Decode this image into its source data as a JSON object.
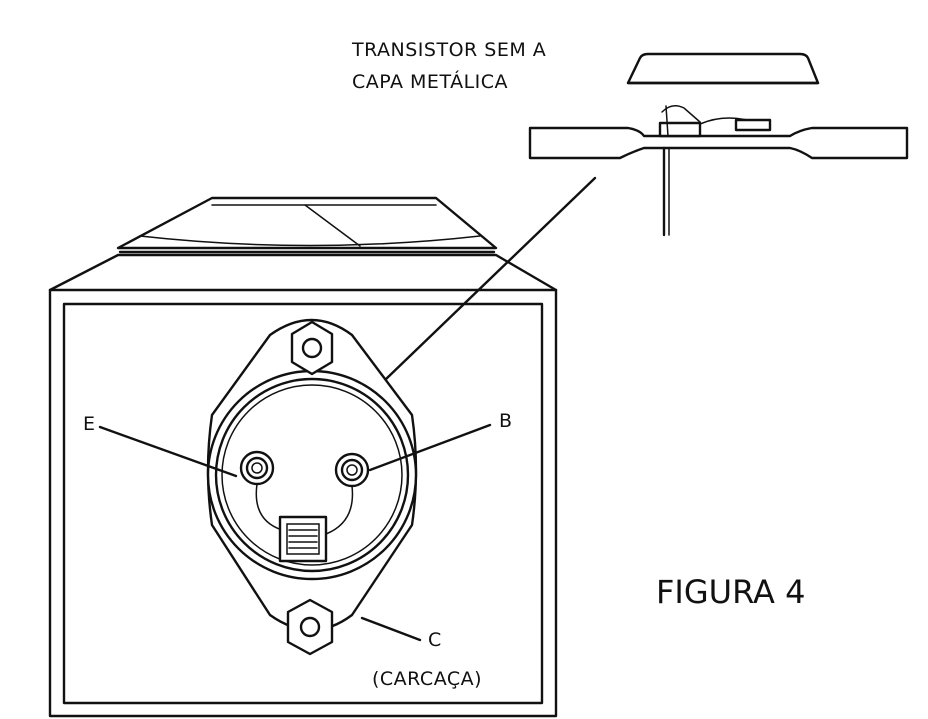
{
  "labels": {
    "caption_line1": "TRANSISTOR SEM A",
    "caption_line2": "CAPA METÁLICA",
    "emitter": "E",
    "base": "B",
    "collector": "C",
    "collector_note": "(CARCAÇA)",
    "figure": "FIGURA 4"
  },
  "colors": {
    "ink": "#111111",
    "paper": "#ffffff"
  }
}
